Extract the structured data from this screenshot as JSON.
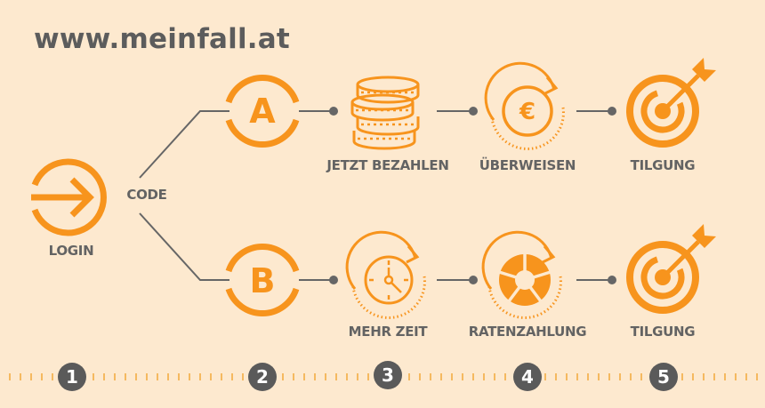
{
  "title": "www.meinfall.at",
  "colors": {
    "background": "#fde9cf",
    "accent": "#f7941d",
    "text": "#5c5c5c",
    "line": "#666666"
  },
  "start": {
    "icon": "login-arrow-icon",
    "label": "LOGIN"
  },
  "branch_label": "CODE",
  "paths": [
    {
      "id": "A",
      "steps": [
        {
          "icon": "coins-stack-icon",
          "label": "JETZT BEZAHLEN"
        },
        {
          "icon": "euro-cycle-icon",
          "label": "ÜBERWEISEN"
        },
        {
          "icon": "target-arrow-icon",
          "label": "TILGUNG"
        }
      ]
    },
    {
      "id": "B",
      "steps": [
        {
          "icon": "clock-cycle-icon",
          "label": "MEHR ZEIT"
        },
        {
          "icon": "pie-cycle-icon",
          "label": "RATENZAHLUNG"
        },
        {
          "icon": "target-arrow-icon",
          "label": "TILGUNG"
        }
      ]
    }
  ],
  "timeline": {
    "steps": [
      "1",
      "2",
      "3",
      "4",
      "5"
    ]
  }
}
